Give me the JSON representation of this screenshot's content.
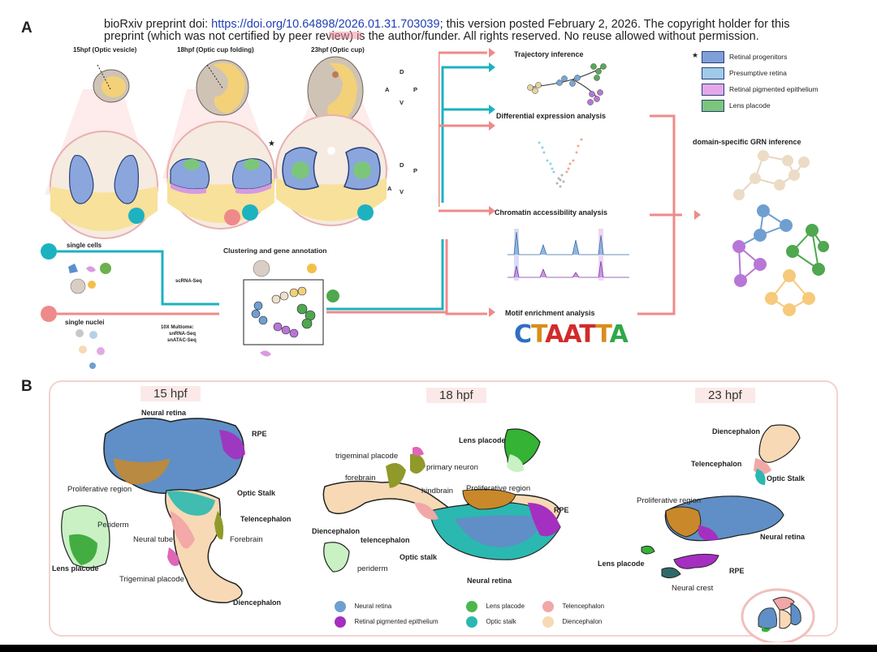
{
  "header": {
    "line1_prefix": "bioRxiv preprint doi: ",
    "doi_link": "https://doi.org/10.64898/2026.01.31.703039",
    "line1_suffix": "; this version posted February 2, 2026. The copyright holder for this",
    "line2": "preprint (which was not certified by peer review) is the author/funder. All rights reserved. No reuse allowed without permission."
  },
  "panel_a": {
    "letter": "A",
    "stages": [
      "15hpf (Optic vesicle)",
      "18hpf (Optic cup folding)",
      "23hpf (Optic cup)"
    ],
    "axis_labels": {
      "d": "D",
      "v": "V",
      "a": "A",
      "p": "P"
    },
    "star": "★",
    "single_cells": "single cells",
    "single_nuclei": "single nuclei",
    "scrna": "scRNA-Seq",
    "multiome": [
      "10X Multiome:",
      "snRNA-Seq",
      "snATAC-Seq"
    ],
    "clustering": "Clustering and gene annotation",
    "analyses": [
      "Trajectory inference",
      "Differential expression analysis",
      "Chromatin accessibility analysis",
      "Motif enrichment analysis"
    ],
    "grn": "domain-specific GRN inference",
    "motif_letters": [
      "C",
      "T",
      "A",
      "A",
      "T",
      "T",
      "A"
    ],
    "legend": [
      {
        "label": "Retinal progenitors",
        "color": "#7f9fd8"
      },
      {
        "label": "Presumptive retina",
        "color": "#9fcbe8"
      },
      {
        "label": "Retinal pigmented epithelium",
        "color": "#e4a8e8"
      },
      {
        "label": "Lens placode",
        "color": "#7cc67c"
      }
    ]
  },
  "panel_b": {
    "letter": "B",
    "timepoints": [
      "15 hpf",
      "18 hpf",
      "23 hpf"
    ],
    "umap15": {
      "labels": [
        "Neural retina",
        "RPE",
        "Proliferative region",
        "Optic Stalk",
        "Periderm",
        "Telencephalon",
        "Neural tube",
        "Forebrain",
        "Lens placode",
        "Trigeminal placode",
        "Diencephalon"
      ]
    },
    "umap18": {
      "labels": [
        "Lens placode",
        "trigeminal placode",
        "primary neuron",
        "forebrain",
        "hindbrain",
        "Proliferative region",
        "RPE",
        "Diencephalon",
        "telencephalon",
        "Optic stalk",
        "periderm",
        "Neural retina"
      ]
    },
    "umap23": {
      "labels": [
        "Diencephalon",
        "Telencephalon",
        "Optic Stalk",
        "Proliferative region",
        "Neural retina",
        "Lens placode",
        "RPE",
        "Neural crest"
      ]
    },
    "legend": [
      {
        "label": "Neural retina",
        "color": "#6f9fd0"
      },
      {
        "label": "Lens placode",
        "color": "#4cb74c"
      },
      {
        "label": "Telencephalon",
        "color": "#f2a7a7"
      },
      {
        "label": "Retinal pigmented epithelium",
        "color": "#a52fc0"
      },
      {
        "label": "Optic stalk",
        "color": "#2bb8b0"
      },
      {
        "label": "Diencephalon",
        "color": "#f7d9b5"
      }
    ]
  }
}
